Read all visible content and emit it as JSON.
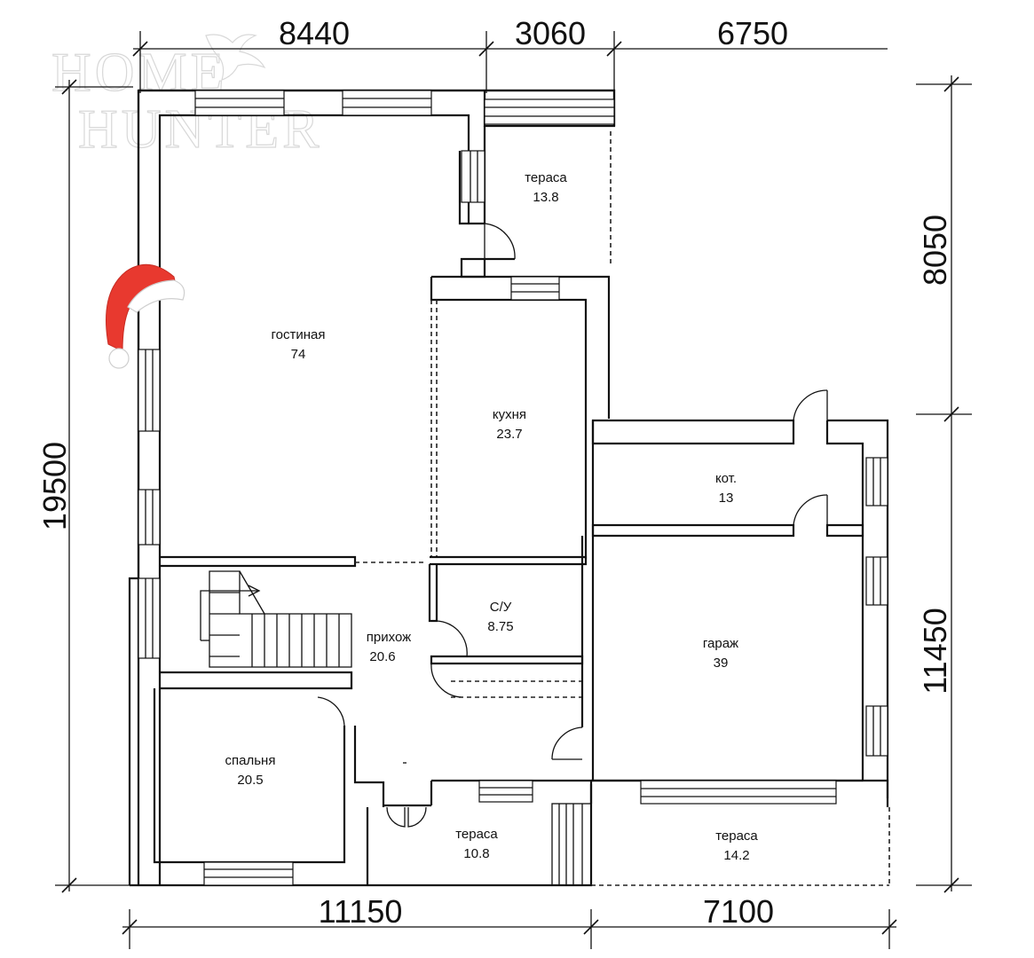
{
  "watermark": {
    "line1": "HOME",
    "line2": "HUNTER"
  },
  "dimensions": {
    "top": [
      "8440",
      "3060",
      "6750"
    ],
    "bottom": [
      "11150",
      "7100"
    ],
    "left": [
      "19500"
    ],
    "right": [
      "8050",
      "11450"
    ]
  },
  "rooms": {
    "terrace_top": {
      "name": "тераса",
      "area": "13.8"
    },
    "living": {
      "name": "гостиная",
      "area": "74"
    },
    "kitchen": {
      "name": "кухня",
      "area": "23.7"
    },
    "boiler": {
      "name": "кот.",
      "area": "13"
    },
    "bathroom": {
      "name": "С/У",
      "area": "8.75"
    },
    "hall": {
      "name": "прихож",
      "area": "20.6"
    },
    "garage": {
      "name": "гараж",
      "area": "39"
    },
    "bedroom": {
      "name": "спальня",
      "area": "20.5"
    },
    "terrace_front": {
      "name": "тераса",
      "area": "10.8"
    },
    "terrace_garage": {
      "name": "тераса",
      "area": "14.2"
    }
  },
  "colors": {
    "line": "#111111",
    "hat_red": "#e8392f",
    "hat_fur": "#ffffff"
  }
}
